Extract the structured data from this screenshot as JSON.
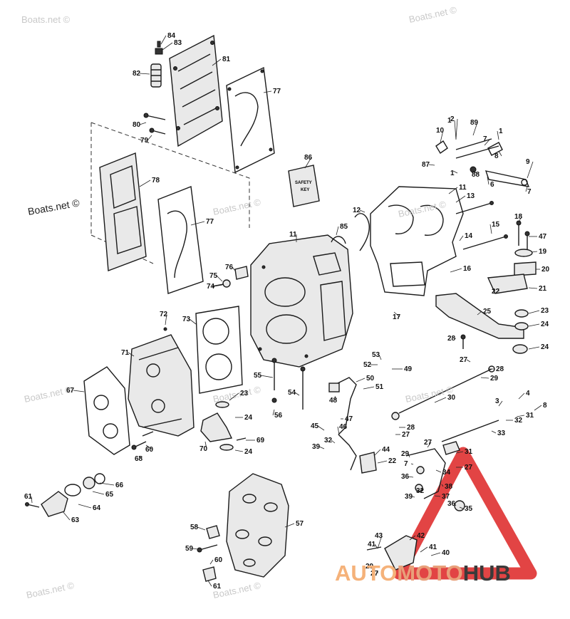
{
  "watermark": {
    "text": "Boats.net ©",
    "color": "#c9c9c9",
    "prominent_color": "#222222"
  },
  "decal": {
    "line1": "SAFETY",
    "line2": "KEY"
  },
  "logo": {
    "part1": "AUTO",
    "part2": "MOTO",
    "part3": "HUB",
    "colors": {
      "auto": "#f5b27a",
      "moto": "#e8a07a",
      "hub": "#3a3a3a",
      "triangle": "#e03a3a"
    }
  },
  "callouts": [
    "84",
    "83",
    "82",
    "81",
    "77",
    "80",
    "79",
    "78",
    "77",
    "86",
    "10",
    "2",
    "89",
    "1",
    "1",
    "7",
    "8",
    "9",
    "87",
    "1",
    "88",
    "6",
    "7",
    "11",
    "12",
    "13",
    "85",
    "11",
    "15",
    "18",
    "47",
    "14",
    "19",
    "76",
    "75",
    "74",
    "16",
    "20",
    "22",
    "21",
    "17",
    "23",
    "25",
    "24",
    "72",
    "73",
    "28",
    "24",
    "71",
    "53",
    "49",
    "67",
    "52",
    "50",
    "55",
    "51",
    "27",
    "28",
    "29",
    "23",
    "48",
    "54",
    "24",
    "56",
    "30",
    "3",
    "4",
    "31",
    "8",
    "32",
    "45",
    "32",
    "70",
    "69",
    "24",
    "47",
    "46",
    "28",
    "33",
    "27",
    "39",
    "60",
    "68",
    "27",
    "31",
    "44",
    "29",
    "22",
    "7",
    "27",
    "34",
    "66",
    "61",
    "65",
    "63",
    "64",
    "36",
    "32",
    "37",
    "38",
    "39",
    "35",
    "36",
    "57",
    "58",
    "42",
    "43",
    "41",
    "59",
    "60",
    "41",
    "40",
    "29",
    "27",
    "61"
  ]
}
